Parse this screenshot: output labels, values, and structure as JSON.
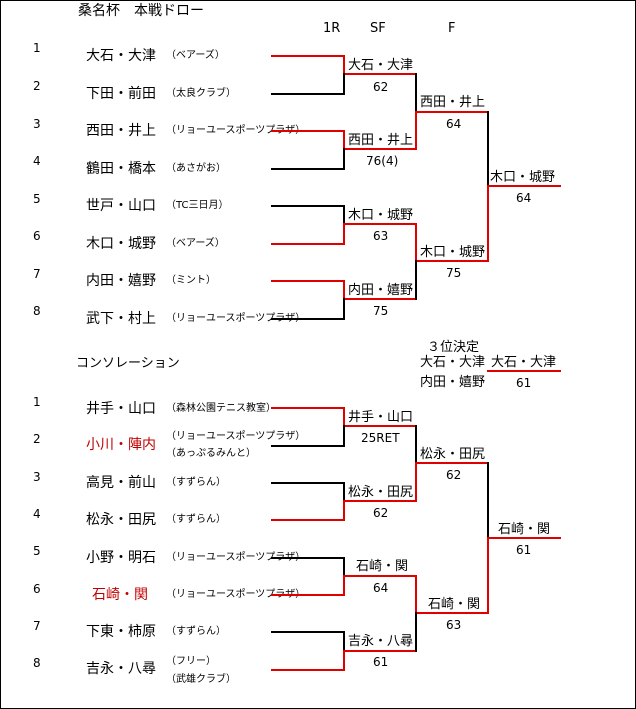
{
  "title": "桑名杯　本戦ドロー",
  "rounds": {
    "r1": "1R",
    "sf": "SF",
    "f": "F"
  },
  "main": {
    "seeds": [
      "1",
      "2",
      "3",
      "4",
      "5",
      "6",
      "7",
      "8"
    ],
    "players": [
      {
        "name": "大石・大津",
        "club": "（ベアーズ）"
      },
      {
        "name": "下田・前田",
        "club": "（太良クラブ）"
      },
      {
        "name": "西田・井上",
        "club": "（リョーユースポーツプラザ）"
      },
      {
        "name": "鶴田・橋本",
        "club": "（あさがお）"
      },
      {
        "name": "世戸・山口",
        "club": "（TC三日月）"
      },
      {
        "name": "木口・城野",
        "club": "（ベアーズ）"
      },
      {
        "name": "内田・嬉野",
        "club": "（ミント）"
      },
      {
        "name": "武下・村上",
        "club": "（リョーユースポーツプラザ）"
      }
    ],
    "r1": [
      {
        "winner": "大石・大津",
        "score": "62"
      },
      {
        "winner": "西田・井上",
        "score": "76(4)"
      },
      {
        "winner": "木口・城野",
        "score": "63"
      },
      {
        "winner": "内田・嬉野",
        "score": "75"
      }
    ],
    "sf": [
      {
        "winner": "西田・井上",
        "score": "64"
      },
      {
        "winner": "木口・城野",
        "score": "75"
      }
    ],
    "final": {
      "winner": "木口・城野",
      "score": "64"
    }
  },
  "third_place": {
    "label": "３位決定",
    "p1": "大石・大津",
    "p2": "内田・嬉野",
    "winner": "大石・大津",
    "score": "61"
  },
  "consolation": {
    "label": "コンソレーション",
    "seeds": [
      "1",
      "2",
      "3",
      "4",
      "5",
      "6",
      "7",
      "8"
    ],
    "players": [
      {
        "name": "井手・山口",
        "club": "（森林公園テニス教室）",
        "red": false
      },
      {
        "name": "小川・陣内",
        "club": "（リョーユースポーツプラザ）",
        "club2": "（あっぷるみんと）",
        "red": true
      },
      {
        "name": "高見・前山",
        "club": "（すずらん）",
        "red": false
      },
      {
        "name": "松永・田尻",
        "club": "（すずらん）",
        "red": false
      },
      {
        "name": "小野・明石",
        "club": "（リョーユースポーツプラザ）",
        "red": false
      },
      {
        "name": "石崎・関",
        "club": "（リョーユースポーツプラザ）",
        "red": true
      },
      {
        "name": "下東・柿原",
        "club": "（すずらん）",
        "red": false
      },
      {
        "name": "吉永・八尋",
        "club": "（フリー）",
        "club2": "（武雄クラブ）",
        "red": false
      }
    ],
    "r1": [
      {
        "winner": "井手・山口",
        "score": "25RET"
      },
      {
        "winner": "松永・田尻",
        "score": "62"
      },
      {
        "winner": "石崎・関",
        "score": "64"
      },
      {
        "winner": "吉永・八尋",
        "score": "61"
      }
    ],
    "sf": [
      {
        "winner": "松永・田尻",
        "score": "62"
      },
      {
        "winner": "石崎・関",
        "score": "63"
      }
    ],
    "final": {
      "winner": "石崎・関",
      "score": "61"
    }
  },
  "colors": {
    "win_line": "#e00000",
    "line": "#000000",
    "highlight_text": "#c00000"
  }
}
